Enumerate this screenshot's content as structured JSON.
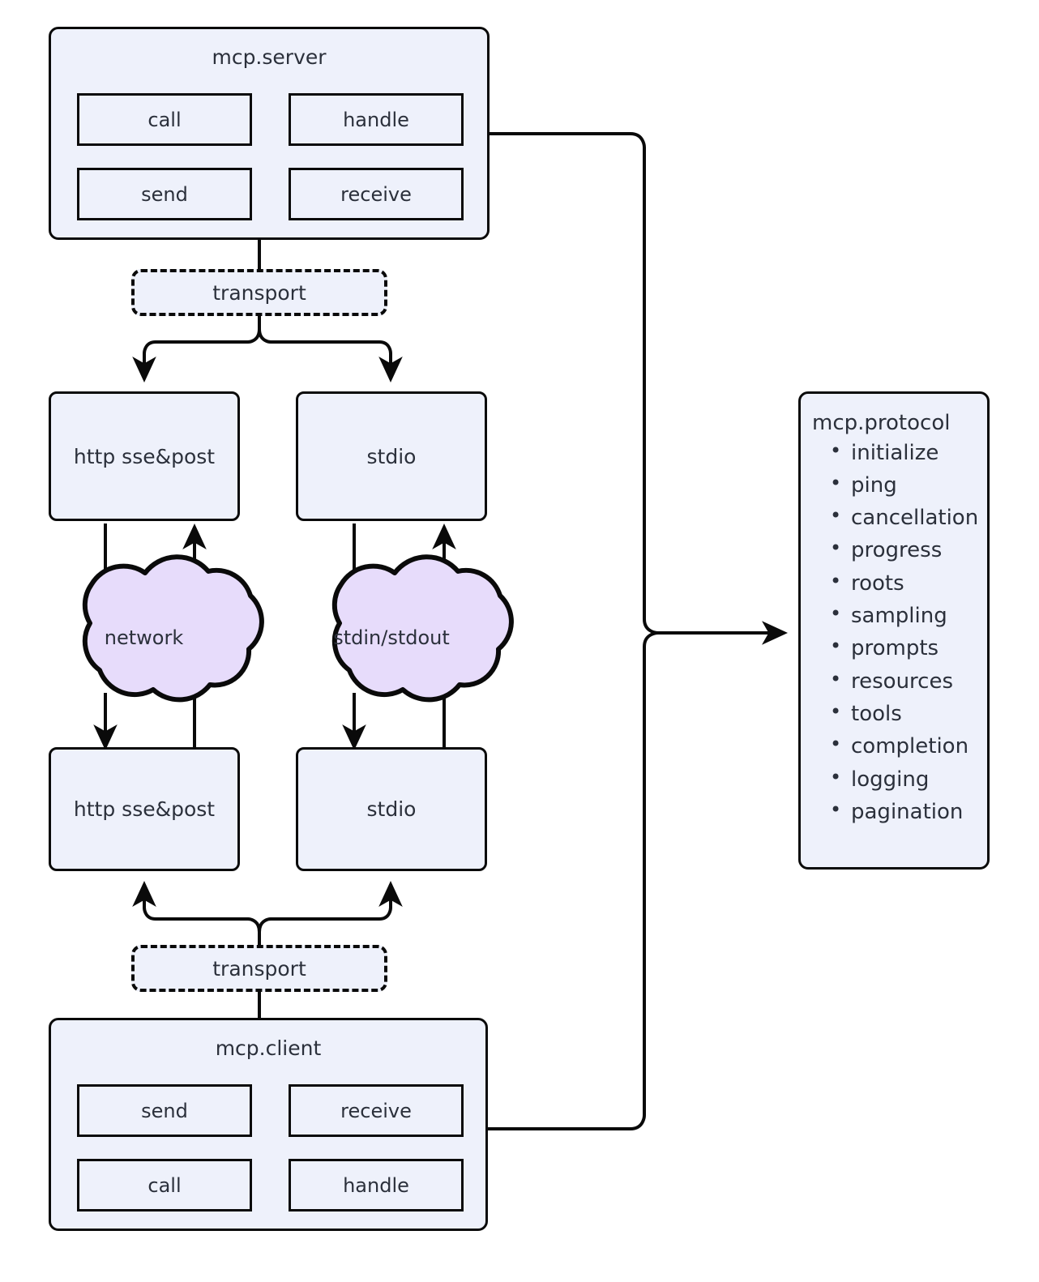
{
  "diagram": {
    "title": "MCP architecture diagram",
    "colors": {
      "box_fill": "#eef1fb",
      "cloud_fill": "#e7dcfb",
      "stroke": "#0a0a0a",
      "text": "#2b303b",
      "background": "#ffffff"
    }
  },
  "server": {
    "title": "mcp.server",
    "items": [
      {
        "label": "call"
      },
      {
        "label": "handle"
      },
      {
        "label": "send"
      },
      {
        "label": "receive"
      }
    ]
  },
  "client": {
    "title": "mcp.client",
    "items": [
      {
        "label": "send"
      },
      {
        "label": "receive"
      },
      {
        "label": "call"
      },
      {
        "label": "handle"
      }
    ]
  },
  "transport_server": {
    "label": "transport"
  },
  "transport_client": {
    "label": "transport"
  },
  "server_transports": [
    {
      "label": "http sse&post"
    },
    {
      "label": "stdio"
    }
  ],
  "client_transports": [
    {
      "label": "http sse&post"
    },
    {
      "label": "stdio"
    }
  ],
  "channels": [
    {
      "label": "network"
    },
    {
      "label": "stdin/stdout"
    }
  ],
  "protocol": {
    "title": "mcp.protocol",
    "items": [
      "initialize",
      "ping",
      "cancellation",
      "progress",
      "roots",
      "sampling",
      "prompts",
      "resources",
      "tools",
      "completion",
      "logging",
      "pagination"
    ]
  }
}
